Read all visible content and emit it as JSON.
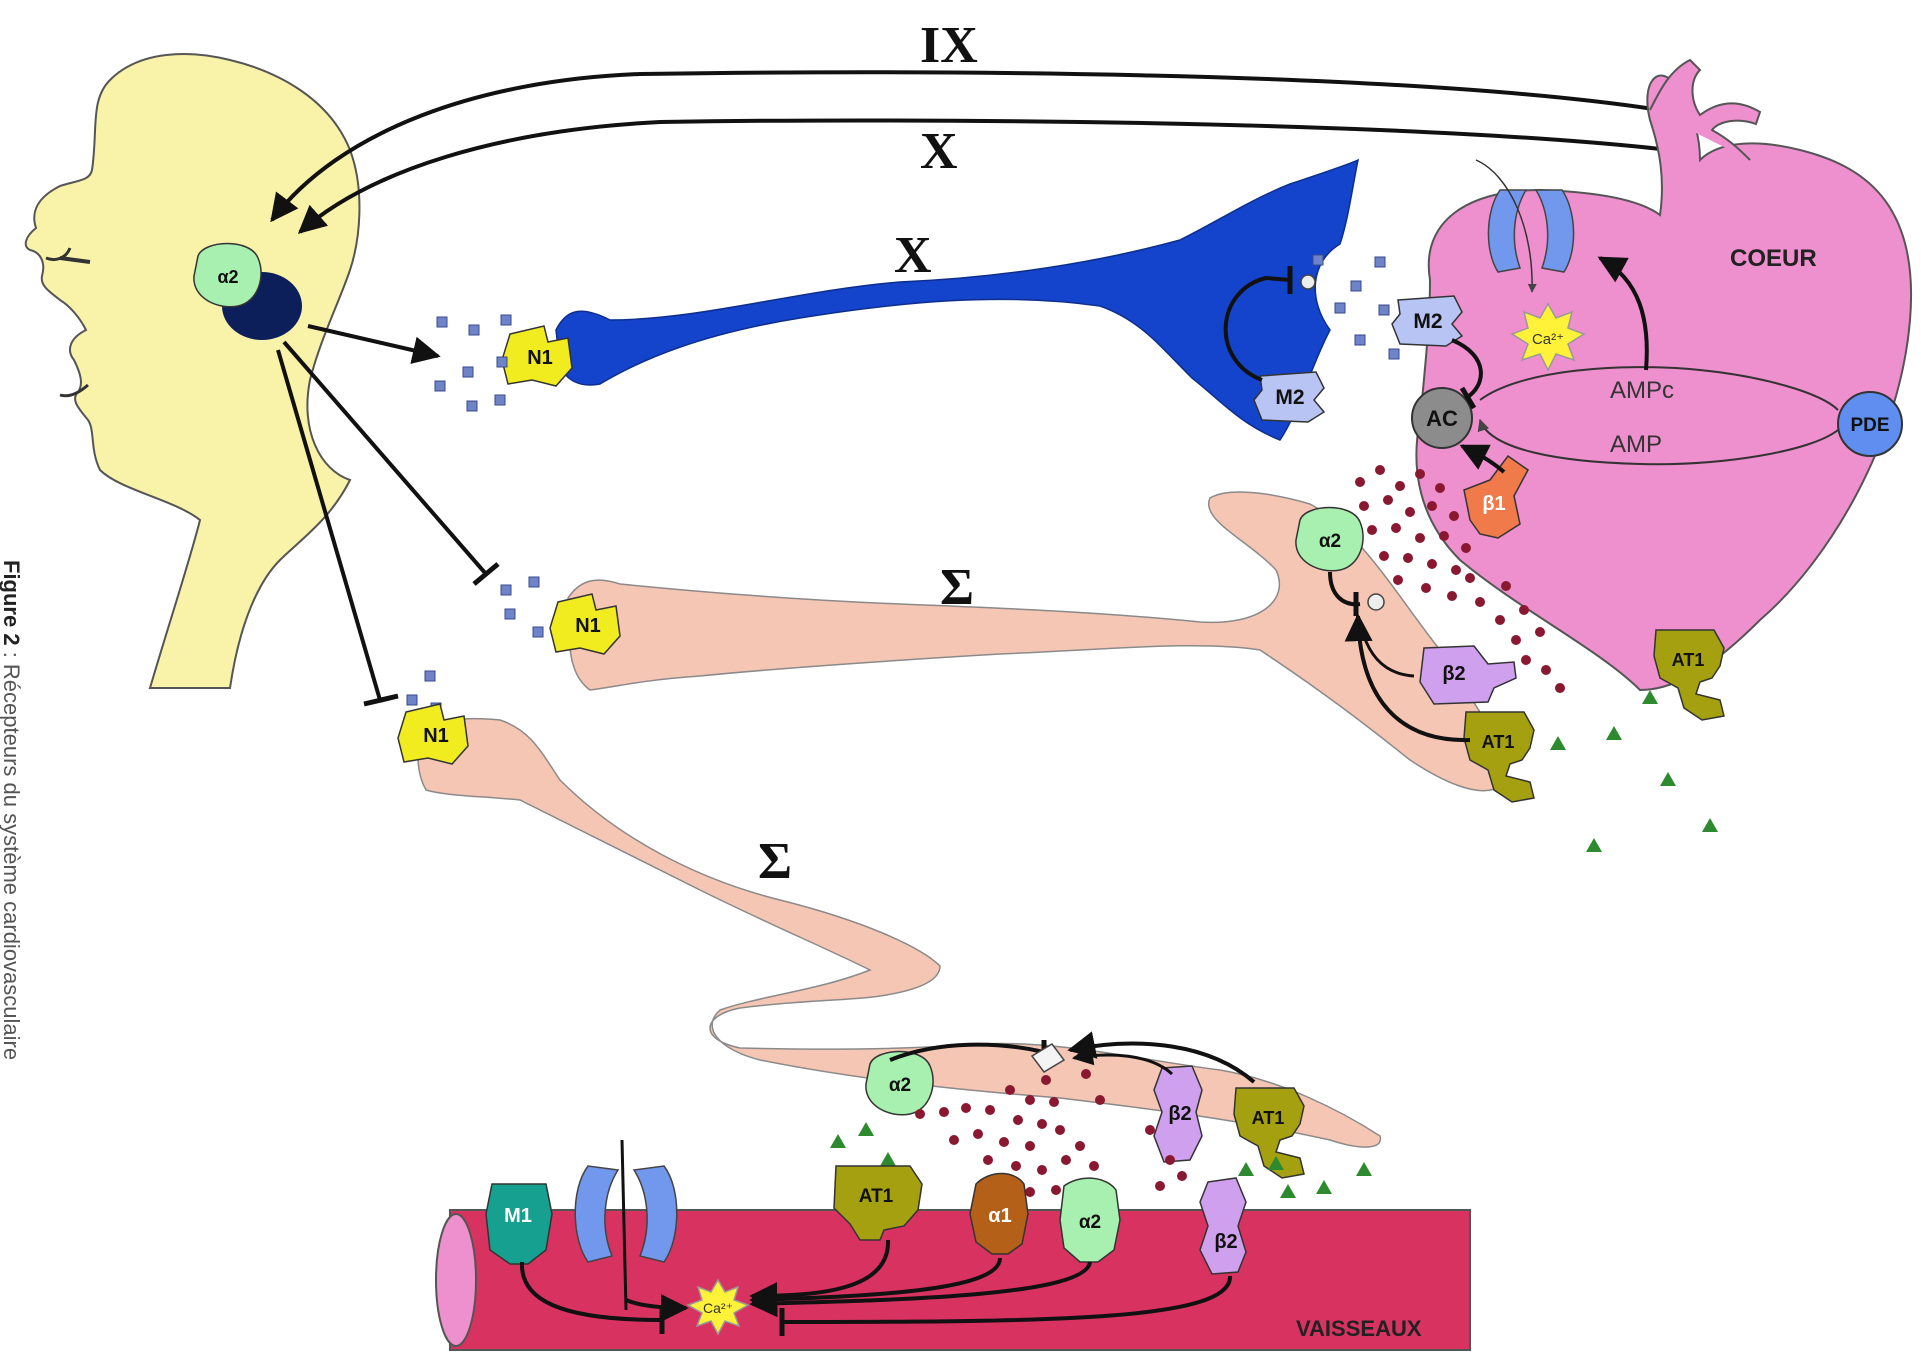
{
  "nerves": {
    "ix": "IX",
    "x_upper": "X",
    "x_efferent": "X",
    "sigma_heart": "Σ",
    "sigma_vessel": "Σ"
  },
  "organs": {
    "heart": "COEUR",
    "vessels": "VAISSEAUX"
  },
  "receptors": {
    "alpha2": "α2",
    "n1": "N1",
    "m2": "M2",
    "ac": "AC",
    "pde": "PDE",
    "beta1": "β1",
    "beta2": "β2",
    "at1": "AT1",
    "alpha1": "α1",
    "m1": "M1",
    "ca": "Ca²⁺"
  },
  "pathway": {
    "ampc": "AMPc",
    "amp": "AMP"
  },
  "caption": {
    "label": "Figure 2",
    "text": " : Récepteurs du système cardiovasculaire"
  },
  "colors": {
    "head": "#f9f3a9",
    "vagal_fiber": "#1444cc",
    "sympathetic_fiber": "#f6c6b4",
    "heart": "#ee8fce",
    "vessel": "#d83360",
    "alpha2": "#a8f0b0",
    "n1": "#f0ec20",
    "m2": "#b8c4f4",
    "ac": "#8c8c8c",
    "pde": "#5f8ef0",
    "beta1": "#f07a4a",
    "beta2": "#cfa0ee",
    "at1": "#a4a010",
    "alpha1": "#b46018",
    "m1": "#16a090",
    "ca": "#fff238",
    "channel": "#7298ee",
    "noradrenaline": "#8a1830",
    "acetylcholine": "#6f84c8",
    "angiotensin": "#2e8a2e"
  }
}
